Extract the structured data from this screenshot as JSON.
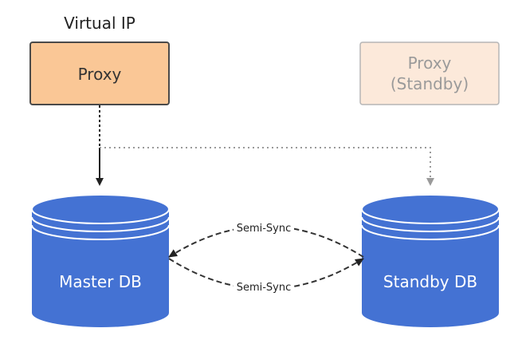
{
  "header": {
    "virtual_ip": "Virtual IP"
  },
  "nodes": {
    "proxy_primary": {
      "label": "Proxy"
    },
    "proxy_standby": {
      "label_line1": "Proxy",
      "label_line2": "(Standby)"
    },
    "master_db": {
      "label": "Master DB"
    },
    "standby_db": {
      "label": "Standby DB"
    }
  },
  "links": {
    "sync_top": "Semi-Sync",
    "sync_bottom": "Semi-Sync"
  },
  "colors": {
    "proxy_fill": "#FAC796",
    "proxy_border": "#4a4a4a",
    "proxy_standby_fill": "#FCE9DA",
    "proxy_standby_border": "#9a9a9a",
    "db_fill": "#4472D3",
    "db_stroke": "#ffffff",
    "arrow": "#222222",
    "dotted": "#9a9a9a"
  }
}
